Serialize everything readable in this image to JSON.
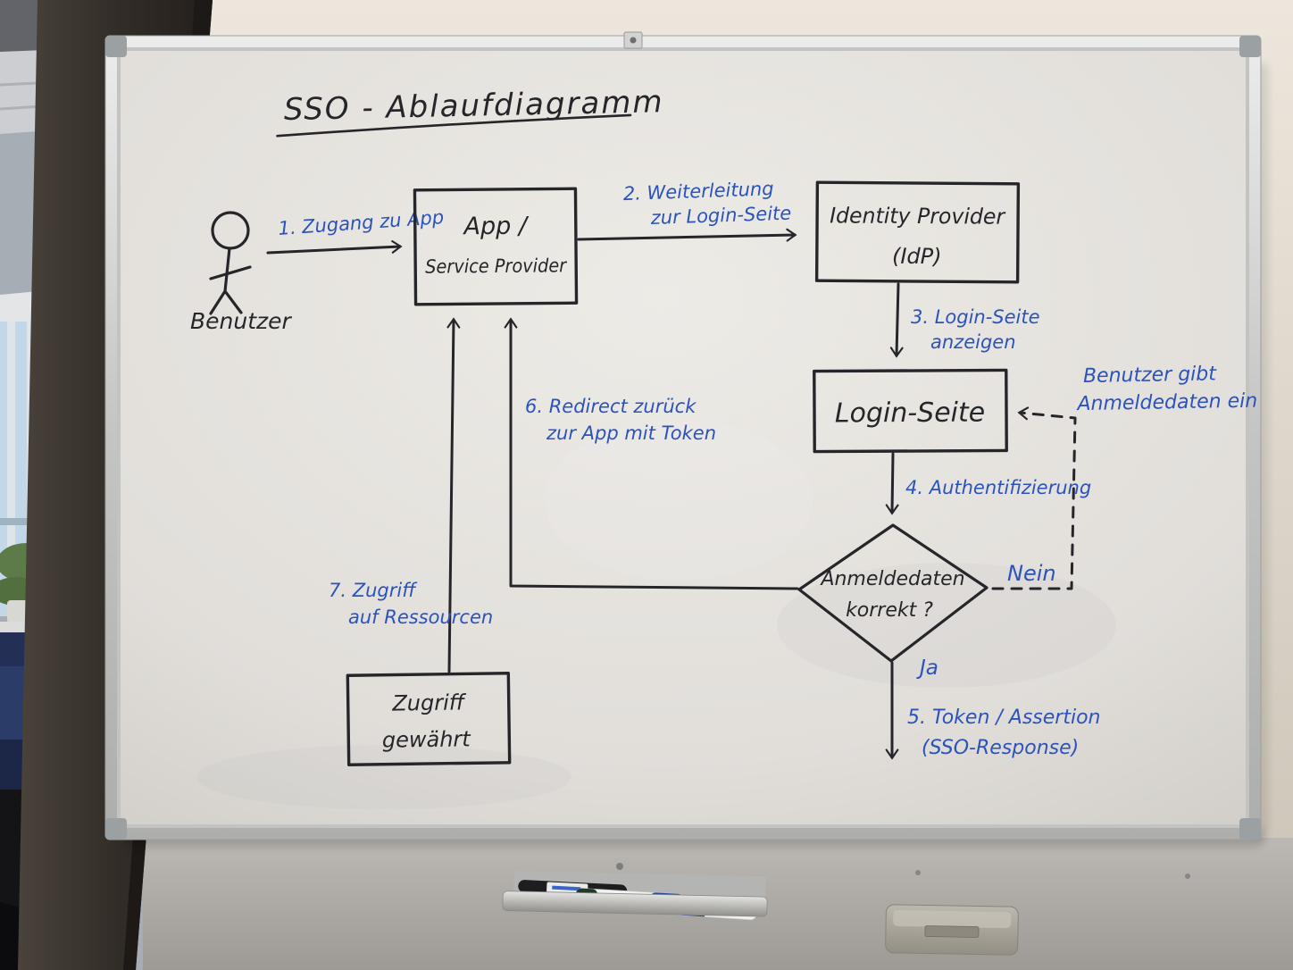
{
  "board": {
    "title": "SSO - Ablaufdiagramm",
    "actor_label": "Benutzer",
    "nodes": {
      "app": [
        "App /",
        "Service Provider"
      ],
      "idp": [
        "Identity Provider",
        "(IdP)"
      ],
      "login": [
        "Login-Seite"
      ],
      "decision": [
        "Anmeldedaten",
        "korrekt ?"
      ],
      "granted": [
        "Zugriff",
        "gewährt"
      ]
    },
    "steps": {
      "s1": "1. Zugang zu App",
      "s2": [
        "2. Weiterleitung",
        "zur Login-Seite"
      ],
      "s3": [
        "3. Login-Seite",
        "anzeigen"
      ],
      "s4": "4. Authentifizierung",
      "s5": [
        "5. Token / Assertion",
        "(SSO-Response)"
      ],
      "s6": [
        "6. Redirect zurück",
        "zur App mit Token"
      ],
      "s7": [
        "7. Zugriff",
        "auf Ressourcen"
      ]
    },
    "branch": {
      "yes": "Ja",
      "no": "Nein"
    },
    "note": [
      "Benutzer gibt",
      "Anmeldedaten ein"
    ],
    "colors": {
      "marker_black": "#26262a",
      "marker_blue": "#2b53bb",
      "board_surface": "#e7e4df",
      "frame_aluminum": "#c9cac8",
      "wall_beige": "#d8d1c6",
      "wall_lower_gray": "#aca9a4"
    }
  }
}
